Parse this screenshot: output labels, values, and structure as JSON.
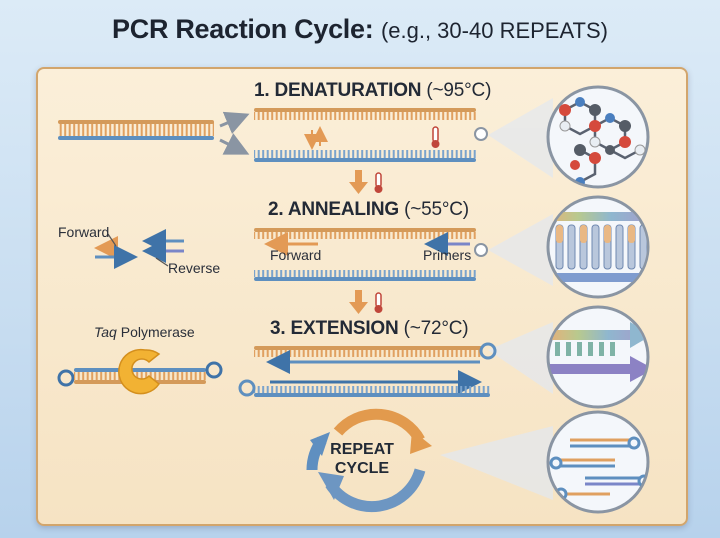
{
  "title": {
    "main": "PCR Reaction Cycle:",
    "sub": "(e.g., 30-40 REPEATS)"
  },
  "steps": [
    {
      "label": "1. DENATURATION",
      "temp": "(~95°C)"
    },
    {
      "label": "2. ANNEALING",
      "temp": "(~55°C)"
    },
    {
      "label": "3. EXTENSION",
      "temp": "(~72°C)"
    }
  ],
  "left_labels": {
    "forward": "Forward",
    "reverse": "Reverse",
    "taq": "Taq",
    "polymerase": "Polymerase"
  },
  "annealing_labels": {
    "forward": "Forward",
    "primers": "Primers"
  },
  "repeat": {
    "line1": "REPEAT",
    "line2": "CYCLE"
  },
  "colors": {
    "backbone_blue": "#5e8fbf",
    "backbone_orange": "#d49a5a",
    "rung_orange": "#e0a060",
    "rung_blue": "#7aa3cc",
    "arrow_orange": "#e39a55",
    "arrow_blue": "#3f73a8",
    "taq_yellow": "#f2b233",
    "panel_border": "#d2a56c"
  },
  "icons": [
    "thermometer-icon",
    "down-arrow-icon",
    "loop-arrow-icon",
    "magnify-circle-icon"
  ]
}
